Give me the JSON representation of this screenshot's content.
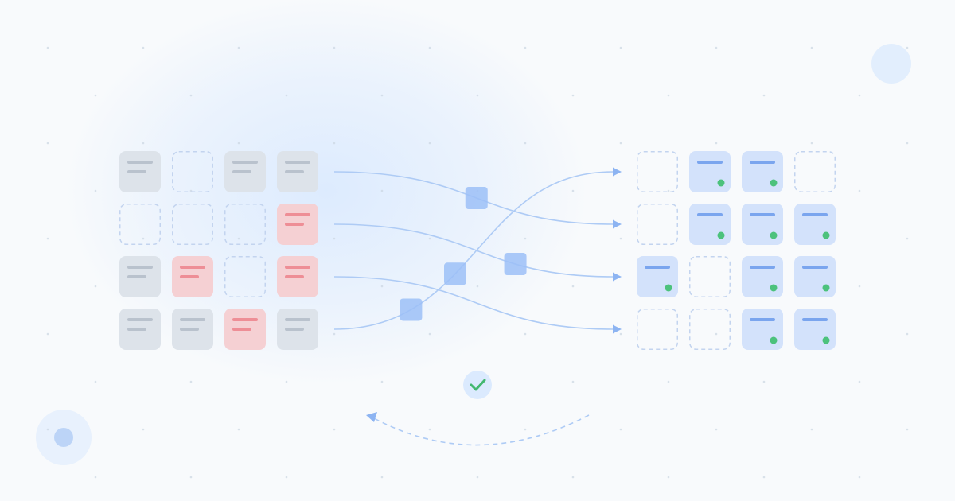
{
  "colors": {
    "background": "#f8fafc",
    "glow": "#dbeafe",
    "dot": "#cbd5e1",
    "neutral_card": "#dde3ea",
    "neutral_line": "#b9c2cd",
    "error_card": "#f5d0d3",
    "error_line": "#ee8e96",
    "empty_outline": "#c3d4ef",
    "done_card": "#d3e2fb",
    "done_line": "#7aa5ee",
    "status_dot": "#4cc27c",
    "flow_line": "#aecbf5",
    "arrow_head": "#8db4f2",
    "packet": "#9cc0f7",
    "check_circle": "#dbeafe",
    "check_mark": "#43b870"
  },
  "source_grid": {
    "rows": [
      [
        "neutral",
        "empty",
        "neutral",
        "neutral"
      ],
      [
        "empty",
        "empty",
        "empty",
        "error"
      ],
      [
        "neutral",
        "error",
        "empty",
        "error"
      ],
      [
        "neutral",
        "neutral",
        "error",
        "neutral"
      ]
    ]
  },
  "target_grid": {
    "rows": [
      [
        "empty",
        "done",
        "done",
        "empty"
      ],
      [
        "empty",
        "done",
        "done",
        "done"
      ],
      [
        "done",
        "empty",
        "done",
        "done"
      ],
      [
        "empty",
        "empty",
        "done",
        "done"
      ]
    ]
  },
  "flows": [
    {
      "from_row": 0,
      "to_row": 1,
      "packet_at": 0.5
    },
    {
      "from_row": 1,
      "to_row": 2,
      "packet_at": 0.68
    },
    {
      "from_row": 2,
      "to_row": 3,
      "packet_at": null
    },
    {
      "from_row": 3,
      "to_row": 0,
      "packet_at": 0.4
    }
  ],
  "extra_packets": 1,
  "icons": {
    "status": "check-icon",
    "cycle": "return-arrow-icon",
    "decor": "circle-icon"
  }
}
